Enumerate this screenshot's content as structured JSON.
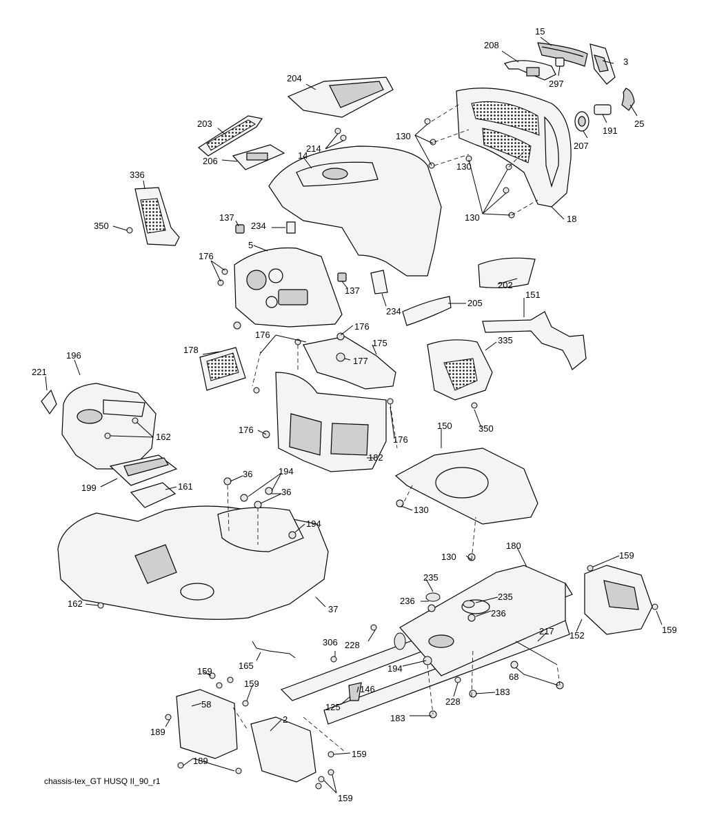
{
  "caption": "chassis-tex_GT HUSQ II_90_r1",
  "callouts": [
    {
      "id": "c-15",
      "text": "15"
    },
    {
      "id": "c-208",
      "text": "208"
    },
    {
      "id": "c-3",
      "text": "3"
    },
    {
      "id": "c-297",
      "text": "297"
    },
    {
      "id": "c-25",
      "text": "25"
    },
    {
      "id": "c-191",
      "text": "191"
    },
    {
      "id": "c-207",
      "text": "207"
    },
    {
      "id": "c-204",
      "text": "204"
    },
    {
      "id": "c-203",
      "text": "203"
    },
    {
      "id": "c-214",
      "text": "214"
    },
    {
      "id": "c-14",
      "text": "14"
    },
    {
      "id": "c-206",
      "text": "206"
    },
    {
      "id": "c-130a",
      "text": "130"
    },
    {
      "id": "c-130b",
      "text": "130"
    },
    {
      "id": "c-130c",
      "text": "130"
    },
    {
      "id": "c-18",
      "text": "18"
    },
    {
      "id": "c-336",
      "text": "336"
    },
    {
      "id": "c-350a",
      "text": "350"
    },
    {
      "id": "c-137a",
      "text": "137"
    },
    {
      "id": "c-234a",
      "text": "234"
    },
    {
      "id": "c-5",
      "text": "5"
    },
    {
      "id": "c-176a",
      "text": "176"
    },
    {
      "id": "c-137b",
      "text": "137"
    },
    {
      "id": "c-234b",
      "text": "234"
    },
    {
      "id": "c-202",
      "text": "202"
    },
    {
      "id": "c-205",
      "text": "205"
    },
    {
      "id": "c-151",
      "text": "151"
    },
    {
      "id": "c-176b",
      "text": "176"
    },
    {
      "id": "c-176c",
      "text": "176"
    },
    {
      "id": "c-175",
      "text": "175"
    },
    {
      "id": "c-178",
      "text": "178"
    },
    {
      "id": "c-177",
      "text": "177"
    },
    {
      "id": "c-335",
      "text": "335"
    },
    {
      "id": "c-196",
      "text": "196"
    },
    {
      "id": "c-221",
      "text": "221"
    },
    {
      "id": "c-162a",
      "text": "162"
    },
    {
      "id": "c-176d",
      "text": "176"
    },
    {
      "id": "c-176e",
      "text": "176"
    },
    {
      "id": "c-350b",
      "text": "350"
    },
    {
      "id": "c-150",
      "text": "150"
    },
    {
      "id": "c-182",
      "text": "182"
    },
    {
      "id": "c-36a",
      "text": "36"
    },
    {
      "id": "c-194a",
      "text": "194"
    },
    {
      "id": "c-199",
      "text": "199"
    },
    {
      "id": "c-161",
      "text": "161"
    },
    {
      "id": "c-36b",
      "text": "36"
    },
    {
      "id": "c-130d",
      "text": "130"
    },
    {
      "id": "c-194b",
      "text": "194"
    },
    {
      "id": "c-130e",
      "text": "130"
    },
    {
      "id": "c-180",
      "text": "180"
    },
    {
      "id": "c-159a",
      "text": "159"
    },
    {
      "id": "c-235a",
      "text": "235"
    },
    {
      "id": "c-236a",
      "text": "236"
    },
    {
      "id": "c-235b",
      "text": "235"
    },
    {
      "id": "c-162b",
      "text": "162"
    },
    {
      "id": "c-37",
      "text": "37"
    },
    {
      "id": "c-236b",
      "text": "236"
    },
    {
      "id": "c-159b",
      "text": "159"
    },
    {
      "id": "c-152",
      "text": "152"
    },
    {
      "id": "c-228a",
      "text": "228"
    },
    {
      "id": "c-306",
      "text": "306"
    },
    {
      "id": "c-217",
      "text": "217"
    },
    {
      "id": "c-165",
      "text": "165"
    },
    {
      "id": "c-194c",
      "text": "194"
    },
    {
      "id": "c-68",
      "text": "68"
    },
    {
      "id": "c-159c",
      "text": "159"
    },
    {
      "id": "c-159d",
      "text": "159"
    },
    {
      "id": "c-146",
      "text": "146"
    },
    {
      "id": "c-58",
      "text": "58"
    },
    {
      "id": "c-125",
      "text": "125"
    },
    {
      "id": "c-228b",
      "text": "228"
    },
    {
      "id": "c-183a",
      "text": "183"
    },
    {
      "id": "c-189a",
      "text": "189"
    },
    {
      "id": "c-2",
      "text": "2"
    },
    {
      "id": "c-183b",
      "text": "183"
    },
    {
      "id": "c-189b",
      "text": "189"
    },
    {
      "id": "c-159e",
      "text": "159"
    },
    {
      "id": "c-159f",
      "text": "159"
    }
  ]
}
